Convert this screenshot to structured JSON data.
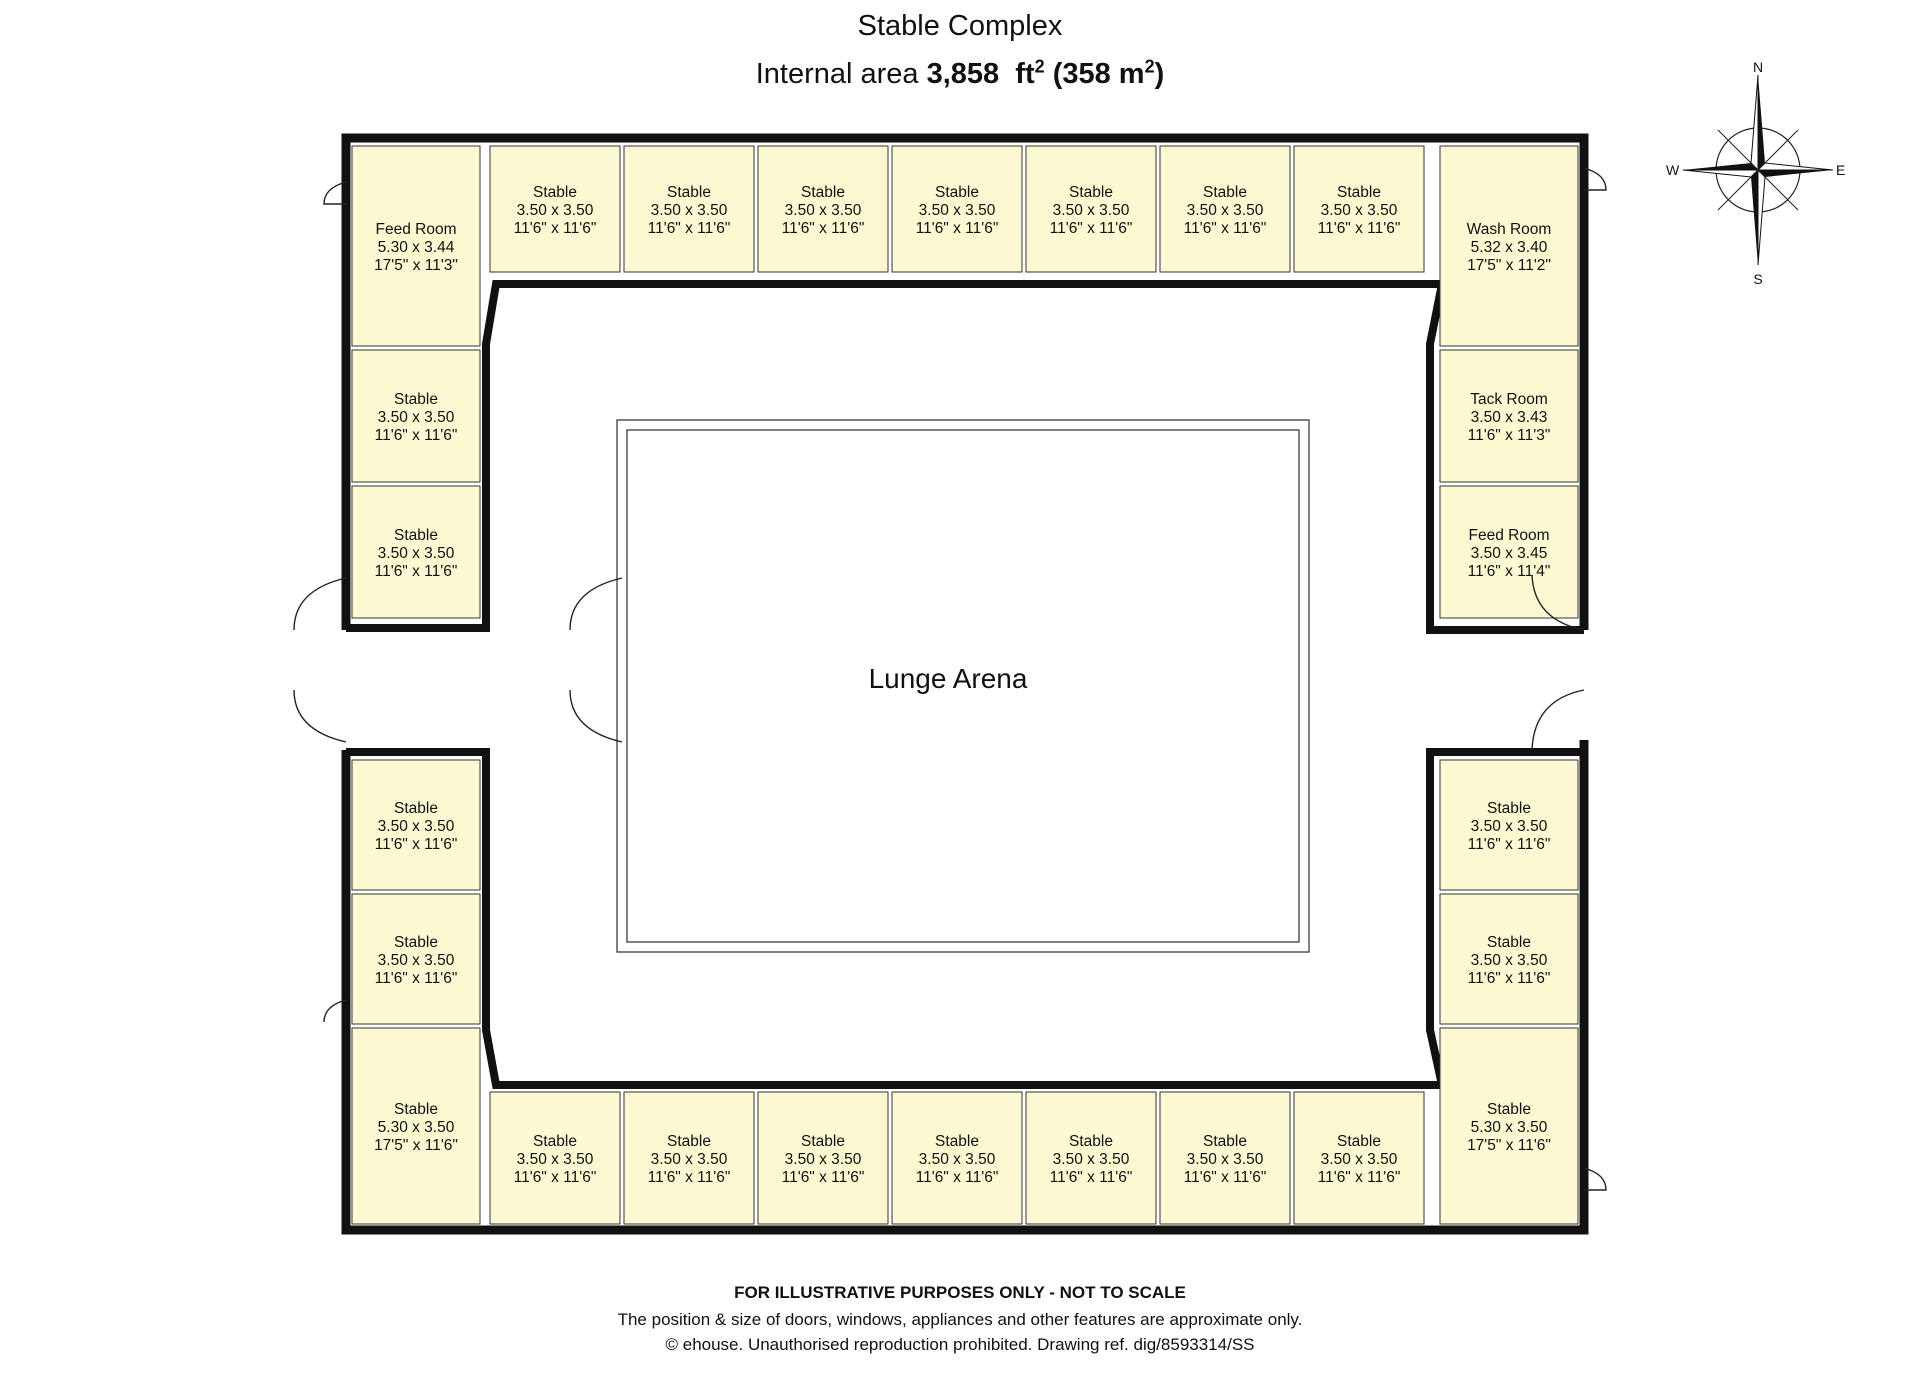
{
  "header": {
    "title": "Stable Complex",
    "area_prefix": "Internal area",
    "area_ft": "3,858",
    "unit_ft": "ft",
    "area_m": "(358 m",
    "area_m_close": ")",
    "sup": "2"
  },
  "arena": {
    "label": "Lunge Arena"
  },
  "compass": {
    "n": "N",
    "s": "S",
    "e": "E",
    "w": "W"
  },
  "rooms": [
    {
      "name": "Feed Room",
      "metric": "5.30 x 3.44",
      "imperial": "17'5\" x 11'3\""
    },
    {
      "name": "Stable",
      "metric": "3.50 x 3.50",
      "imperial": "11'6\" x 11'6\""
    },
    {
      "name": "Stable",
      "metric": "3.50 x 3.50",
      "imperial": "11'6\" x 11'6\""
    },
    {
      "name": "Stable",
      "metric": "3.50 x 3.50",
      "imperial": "11'6\" x 11'6\""
    },
    {
      "name": "Stable",
      "metric": "3.50 x 3.50",
      "imperial": "11'6\" x 11'6\""
    },
    {
      "name": "Stable",
      "metric": "3.50 x 3.50",
      "imperial": "11'6\" x 11'6\""
    },
    {
      "name": "Stable",
      "metric": "3.50 x 3.50",
      "imperial": "11'6\" x 11'6\""
    },
    {
      "name": "Stable",
      "metric": "3.50 x 3.50",
      "imperial": "11'6\" x 11'6\""
    },
    {
      "name": "Wash Room",
      "metric": "5.32 x 3.40",
      "imperial": "17'5\" x 11'2\""
    },
    {
      "name": "Stable",
      "metric": "3.50 x 3.50",
      "imperial": "11'6\" x 11'6\""
    },
    {
      "name": "Stable",
      "metric": "3.50 x 3.50",
      "imperial": "11'6\" x 11'6\""
    },
    {
      "name": "Tack Room",
      "metric": "3.50 x 3.43",
      "imperial": "11'6\" x 11'3\""
    },
    {
      "name": "Feed Room",
      "metric": "3.50 x 3.45",
      "imperial": "11'6\" x 11'4\""
    },
    {
      "name": "Stable",
      "metric": "3.50 x 3.50",
      "imperial": "11'6\" x 11'6\""
    },
    {
      "name": "Stable",
      "metric": "3.50 x 3.50",
      "imperial": "11'6\" x 11'6\""
    },
    {
      "name": "Stable",
      "metric": "3.50 x 3.50",
      "imperial": "11'6\" x 11'6\""
    },
    {
      "name": "Stable",
      "metric": "3.50 x 3.50",
      "imperial": "11'6\" x 11'6\""
    },
    {
      "name": "Stable",
      "metric": "5.30 x 3.50",
      "imperial": "17'5\" x 11'6\""
    },
    {
      "name": "Stable",
      "metric": "5.30 x 3.50",
      "imperial": "17'5\" x 11'6\""
    },
    {
      "name": "Stable",
      "metric": "3.50 x 3.50",
      "imperial": "11'6\" x 11'6\""
    },
    {
      "name": "Stable",
      "metric": "3.50 x 3.50",
      "imperial": "11'6\" x 11'6\""
    },
    {
      "name": "Stable",
      "metric": "3.50 x 3.50",
      "imperial": "11'6\" x 11'6\""
    },
    {
      "name": "Stable",
      "metric": "3.50 x 3.50",
      "imperial": "11'6\" x 11'6\""
    },
    {
      "name": "Stable",
      "metric": "3.50 x 3.50",
      "imperial": "11'6\" x 11'6\""
    },
    {
      "name": "Stable",
      "metric": "3.50 x 3.50",
      "imperial": "11'6\" x 11'6\""
    },
    {
      "name": "Stable",
      "metric": "3.50 x 3.50",
      "imperial": "11'6\" x 11'6\""
    }
  ],
  "footer": {
    "disclaimer": "FOR ILLUSTRATIVE PURPOSES ONLY - NOT TO SCALE",
    "note": "The position & size of doors, windows, appliances and other features are approximate only.",
    "copyright": "© ehouse. Unauthorised reproduction prohibited. Drawing ref. dig/8593314/SS"
  },
  "colors": {
    "room_fill": "#fbf8d2",
    "wall": "#111111",
    "background": "#ffffff"
  }
}
